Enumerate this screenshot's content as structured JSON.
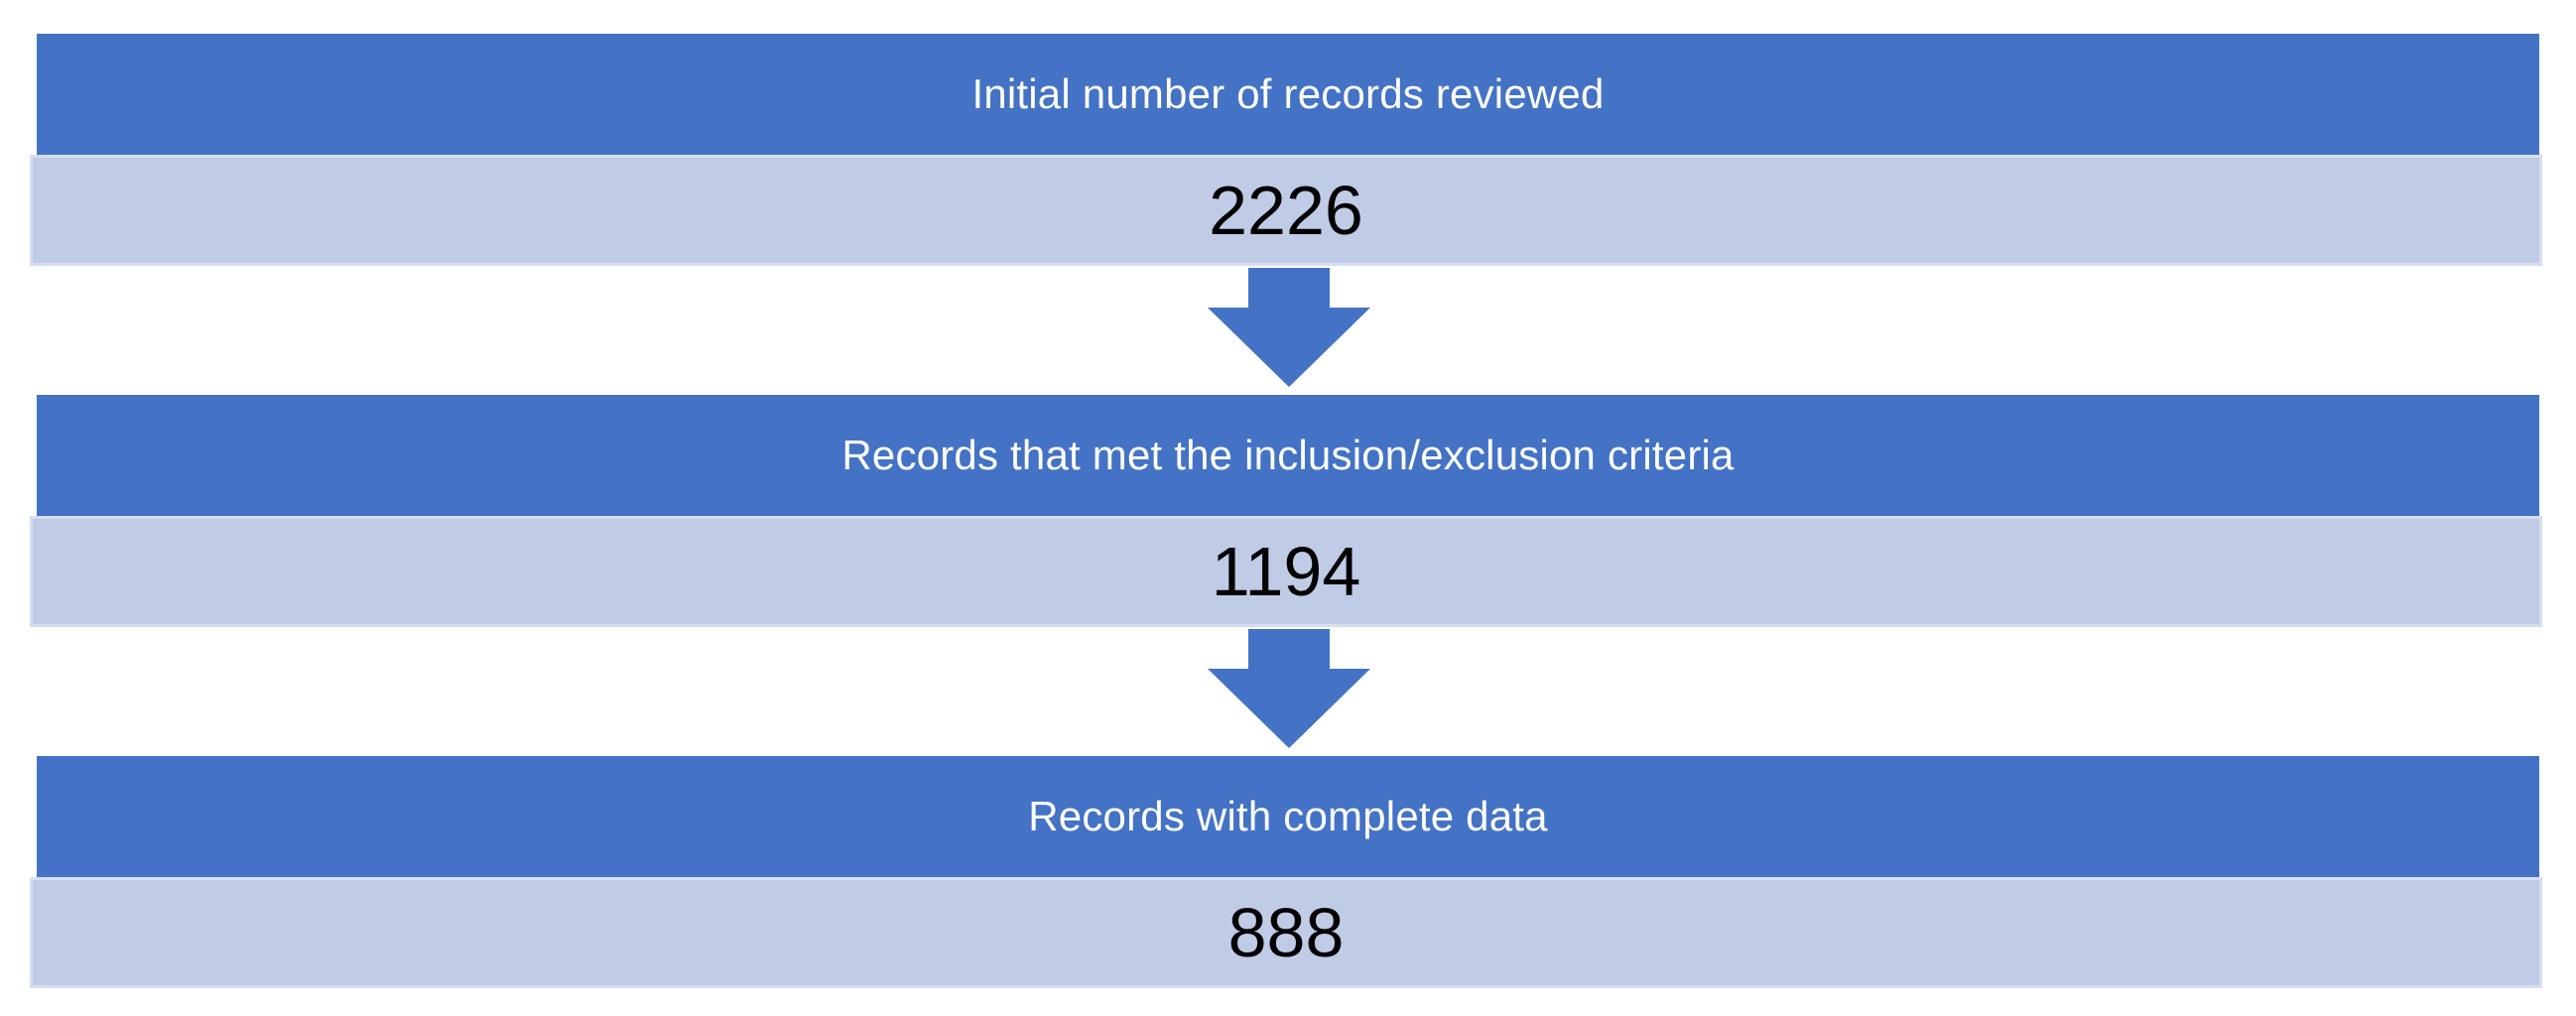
{
  "flow_steps": [
    {
      "label": "Initial number of records reviewed",
      "count": "2226"
    },
    {
      "label": "Records that met the inclusion/exclusion criteria",
      "count": "1194"
    },
    {
      "label": "Records with complete data",
      "count": "888"
    }
  ],
  "colors": {
    "header_fill": "#4472c4",
    "value_fill": "#c0cbe6",
    "arrow_fill": "#4472c4"
  },
  "icons": {
    "connector": "down-arrow-icon"
  }
}
